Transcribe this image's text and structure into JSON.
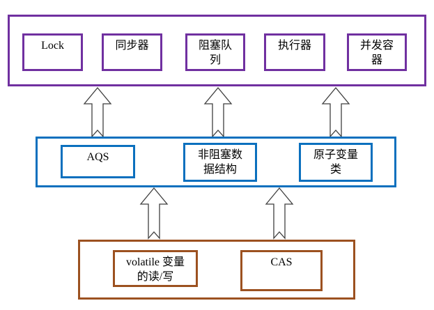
{
  "colors": {
    "top_layer_border": "#7030A0",
    "middle_layer_border": "#0B70BE",
    "bottom_layer_border": "#9C5120",
    "arrow_outline": "#3F3F3F",
    "text": "#000000",
    "background": "#FFFFFF"
  },
  "icons": {
    "up_arrow": "hollow-up-block-arrow-with-notched-tail"
  },
  "layers": {
    "top": {
      "boxes": [
        {
          "label": "Lock"
        },
        {
          "label": "同步器"
        },
        {
          "label": "阻塞队\n列"
        },
        {
          "label": "执行器"
        },
        {
          "label": "并发容\n器"
        }
      ]
    },
    "middle": {
      "boxes": [
        {
          "label": "AQS"
        },
        {
          "label": "非阻塞数\n据结构"
        },
        {
          "label": "原子变量\n类"
        }
      ]
    },
    "bottom": {
      "boxes": [
        {
          "label": "volatile 变量\n的读/写"
        },
        {
          "label": "CAS"
        }
      ]
    }
  }
}
